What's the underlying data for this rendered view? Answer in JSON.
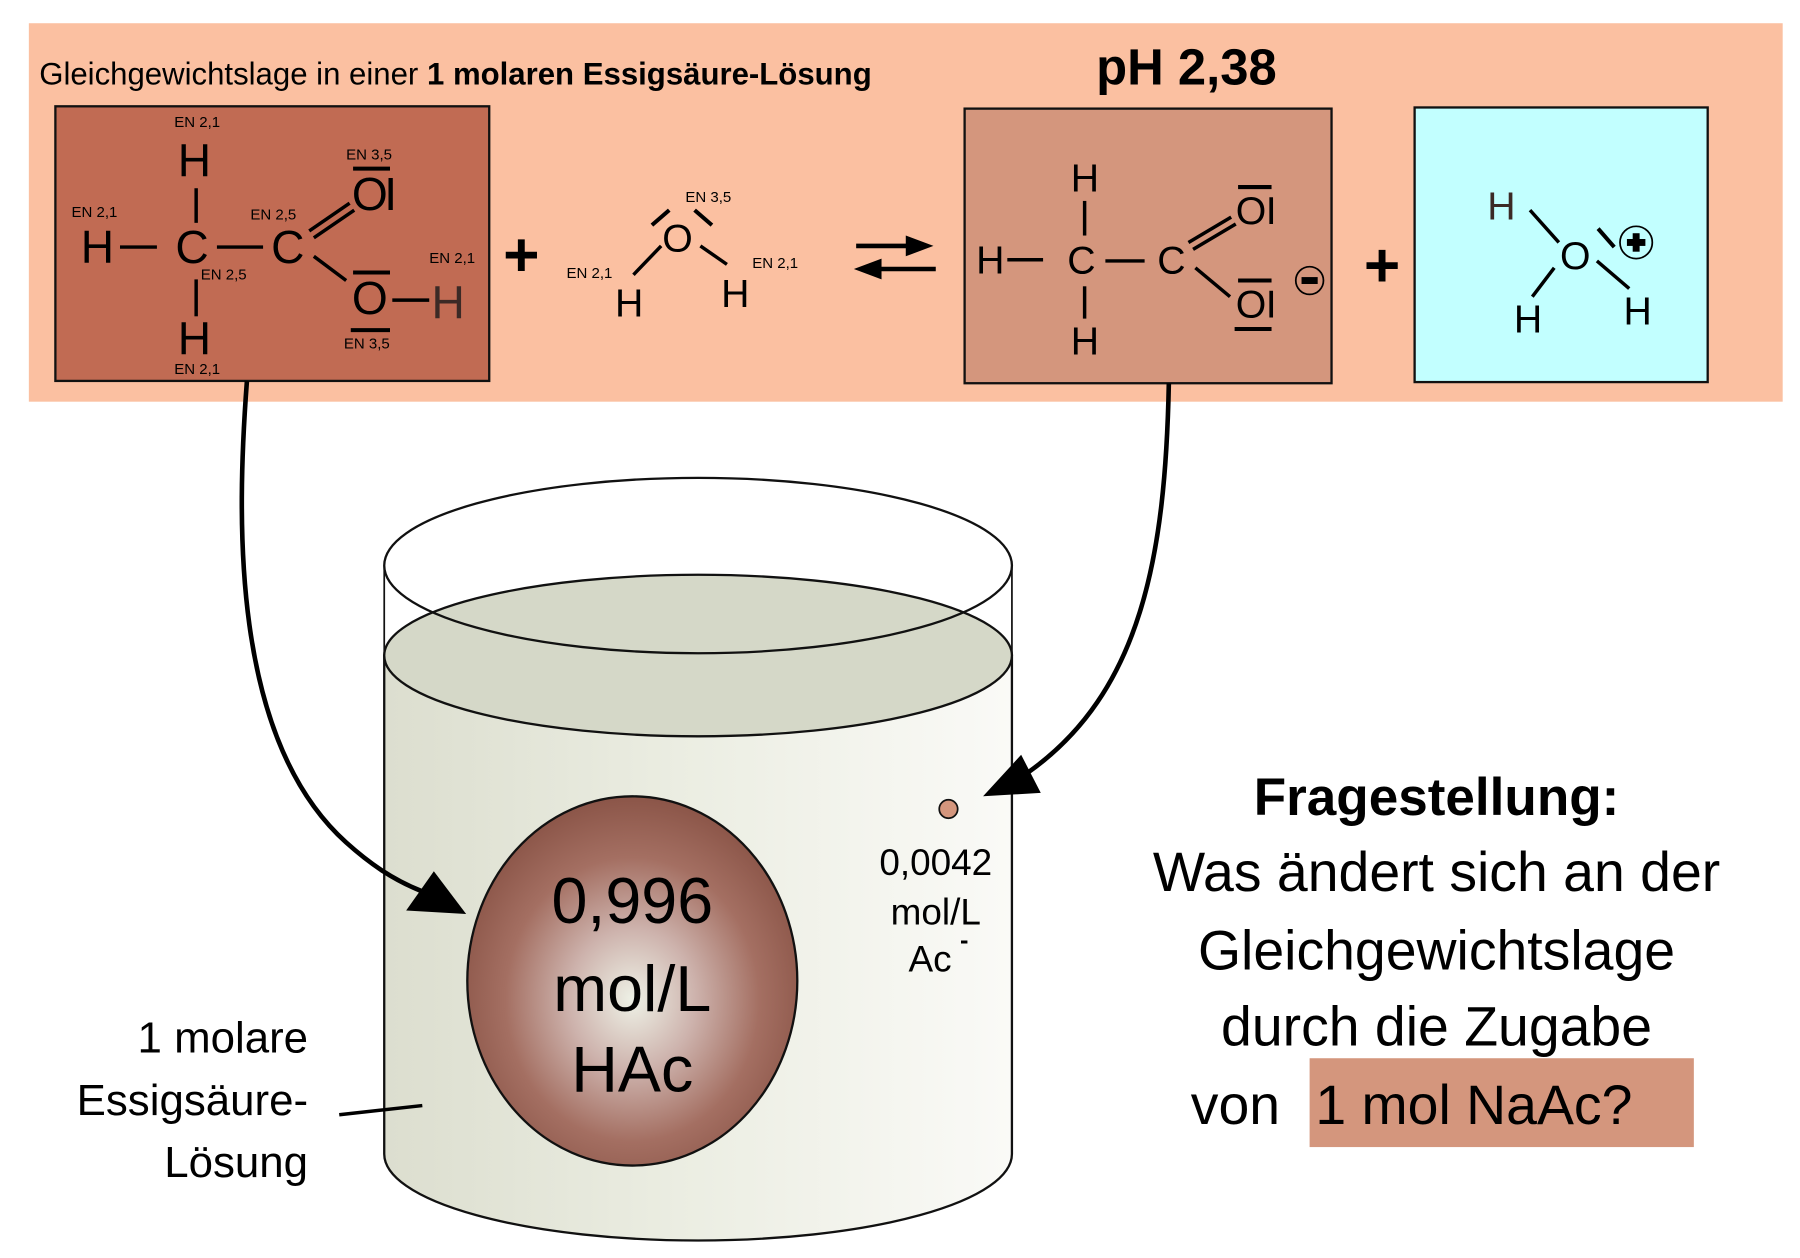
{
  "header": {
    "title_regular": "Gleichgewichtslage in einer ",
    "title_bold": "1 molaren Essigsäure-Lösung",
    "ph_label": "pH 2,38"
  },
  "colors": {
    "band": "#fbc0a1",
    "acetic_acid_box": "#c16b53",
    "acetate_box": "#d4967d",
    "hydronium_box": "#c2ffff",
    "liquid_top": "#d5d8c8",
    "question_highlight": "#d4967d"
  },
  "reaction": {
    "acetic_acid": {
      "atoms": {
        "h_top": "H",
        "h_left": "H",
        "h_bottom": "H",
        "c1": "C",
        "c2": "C",
        "o_double": "O",
        "o_single": "O",
        "h_acid": "H",
        "lone_pair": "I"
      },
      "en_labels": {
        "h_top": "EN 2,1",
        "h_left": "EN 2,1",
        "h_bottom": "EN 2,1",
        "c1": "EN 2,5",
        "c2": "EN 2,5",
        "o_double": "EN 3,5",
        "o_single": "EN 3,5",
        "h_acid": "EN 2,1"
      }
    },
    "plus_1": "+",
    "water": {
      "atoms": {
        "o": "O",
        "h_left": "H",
        "h_right": "H"
      },
      "en_labels": {
        "o": "EN 3,5",
        "h_left": "EN 2,1",
        "h_right": "EN 2,1"
      }
    },
    "equilibrium_arrow": "equilibrium-arrows",
    "acetate": {
      "atoms": {
        "h_top": "H",
        "h_left": "H",
        "h_bottom": "H",
        "c1": "C",
        "c2": "C",
        "o_double": "O",
        "o_single": "O",
        "lone_pair": "I"
      },
      "charge": "−"
    },
    "plus_2": "+",
    "hydronium": {
      "atoms": {
        "o": "O",
        "h_top": "H",
        "h_bl": "H",
        "h_br": "H"
      },
      "charge": "+"
    }
  },
  "beaker": {
    "hac_concentration": "0,996",
    "hac_unit": "mol/L",
    "hac_species": "HAc",
    "ac_concentration": "0,0042",
    "ac_unit": "mol/L",
    "ac_species": "Ac",
    "ac_charge": "-",
    "label_line1": "1 molare",
    "label_line2": "Essigsäure-",
    "label_line3": "Lösung"
  },
  "question": {
    "heading": "Fragestellung:",
    "line1": "Was ändert sich an der",
    "line2": "Gleichgewichtslage",
    "line3": "durch die Zugabe",
    "line4_prefix": "von ",
    "line4_highlight": "1 mol NaAc?"
  }
}
